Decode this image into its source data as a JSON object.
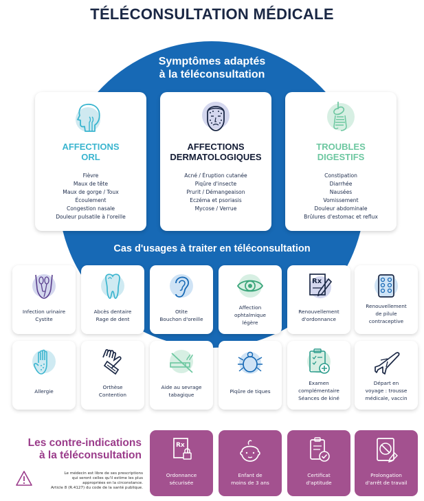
{
  "title": "TÉLÉCONSULTATION MÉDICALE",
  "symptoms": {
    "title_line1": "Symptômes adaptés",
    "title_line2": "à la téléconsultation"
  },
  "categories": [
    {
      "title_line1": "AFFECTIONS",
      "title_line2": "ORL",
      "color": "#3ab5cf",
      "icon": "head-profile-icon",
      "items": [
        "Fièvre",
        "Maux de tête",
        "Maux de gorge / Toux",
        "Écoulement",
        "Congestion nasale",
        "Douleur pulsatile à l'oreille"
      ]
    },
    {
      "title_line1": "AFFECTIONS",
      "title_line2": "DERMATOLOGIQUES",
      "color": "#111a33",
      "icon": "face-acne-icon",
      "items": [
        "Acné / Éruption cutanée",
        "Piqûre d'insecte",
        "Prurit / Démangeaison",
        "Eczéma et psoriasis",
        "Mycose / Verrue"
      ]
    },
    {
      "title_line1": "TROUBLES",
      "title_line2": "DIGESTIFS",
      "color": "#6cc7a0",
      "icon": "digestive-system-icon",
      "items": [
        "Constipation",
        "Diarrhée",
        "Nausées",
        "Vomissement",
        "Douleur abdominale",
        "Brûlures d'estomac et reflux"
      ]
    }
  ],
  "uses_title": "Cas d'usages à traiter en téléconsultation",
  "uses": [
    {
      "lines": [
        "Infection urinaire",
        "Cystite"
      ],
      "icon": "urinary-icon"
    },
    {
      "lines": [
        "Abcès dentaire",
        "Rage de dent"
      ],
      "icon": "tooth-icon"
    },
    {
      "lines": [
        "Otite",
        "Bouchon d'oreille"
      ],
      "icon": "ear-icon"
    },
    {
      "lines": [
        "Affection",
        "ophtalmique",
        "légère"
      ],
      "icon": "eye-icon"
    },
    {
      "lines": [
        "Renouvellement",
        "d'ordonnance"
      ],
      "icon": "prescription-icon"
    },
    {
      "lines": [
        "Renouvellement",
        "de pilule",
        "contraceptive"
      ],
      "icon": "pill-pack-icon"
    },
    {
      "lines": [
        "Allergie"
      ],
      "icon": "hand-allergy-icon"
    },
    {
      "lines": [
        "Orthèse",
        "Contention"
      ],
      "icon": "wrist-brace-icon"
    },
    {
      "lines": [
        "Aide au sevrage",
        "tabagique"
      ],
      "icon": "no-smoking-icon"
    },
    {
      "lines": [
        "Piqûre de tiques"
      ],
      "icon": "tick-icon"
    },
    {
      "lines": [
        "Examen",
        "complémentaire",
        "Séances de kiné"
      ],
      "icon": "clipboard-plus-icon"
    },
    {
      "lines": [
        "Départ en",
        "voyage : trousse",
        "médicale, vaccin"
      ],
      "icon": "airplane-icon"
    }
  ],
  "contra": {
    "title_line1": "Les contre-indications",
    "title_line2": "à la téléconsultation",
    "note_lines": [
      "Le médecin est libre de ses prescriptions",
      "qui seront celles qu'il estime les plus",
      "appropriées en la circonstance.",
      "Article 8 (R.4127) du code de la santé publique."
    ],
    "items": [
      {
        "lines": [
          "Ordonnance",
          "sécurisée"
        ],
        "icon": "secure-prescription-icon"
      },
      {
        "lines": [
          "Enfant de",
          "moins de 3 ans"
        ],
        "icon": "baby-icon"
      },
      {
        "lines": [
          "Certificat",
          "d'aptitude"
        ],
        "icon": "certificate-icon"
      },
      {
        "lines": [
          "Prolongation",
          "d'arrêt de travail"
        ],
        "icon": "work-stop-icon"
      }
    ]
  },
  "colors": {
    "circle_blue": "#1769b5",
    "title_navy": "#1a2744",
    "purple": "#a3518f",
    "purple_text": "#9a3b8a",
    "icon_blue_soft": "#cfe3f5",
    "icon_purple": "#5a3f8e"
  }
}
